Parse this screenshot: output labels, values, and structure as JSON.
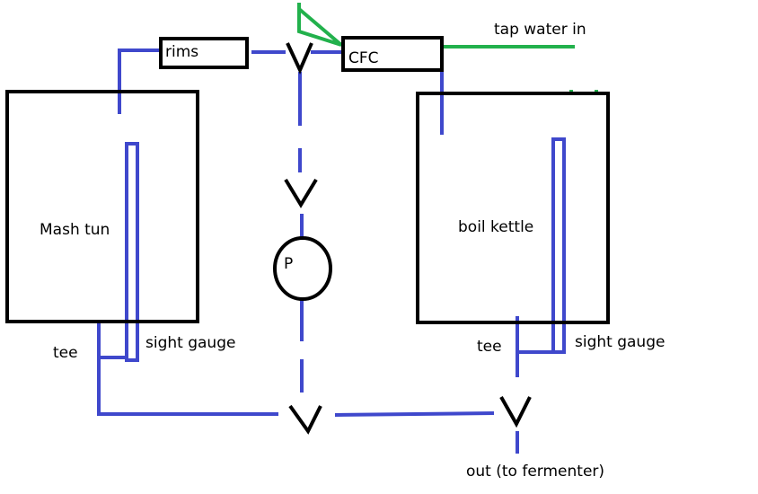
{
  "labels": {
    "rims": "rims",
    "cfc": "CFC",
    "tap_water_in": "tap water in",
    "mash_tun": "Mash tun",
    "boil_kettle": "boil kettle",
    "pump": "P",
    "tee_left": "tee",
    "tee_right": "tee",
    "sight_gauge_left": "sight gauge",
    "sight_gauge_right": "sight gauge",
    "out": "out (to fermenter)"
  },
  "colors": {
    "wort_line": "#3f48cc",
    "water_line": "#22b14c",
    "outline": "#000000",
    "background": "#ffffff"
  }
}
